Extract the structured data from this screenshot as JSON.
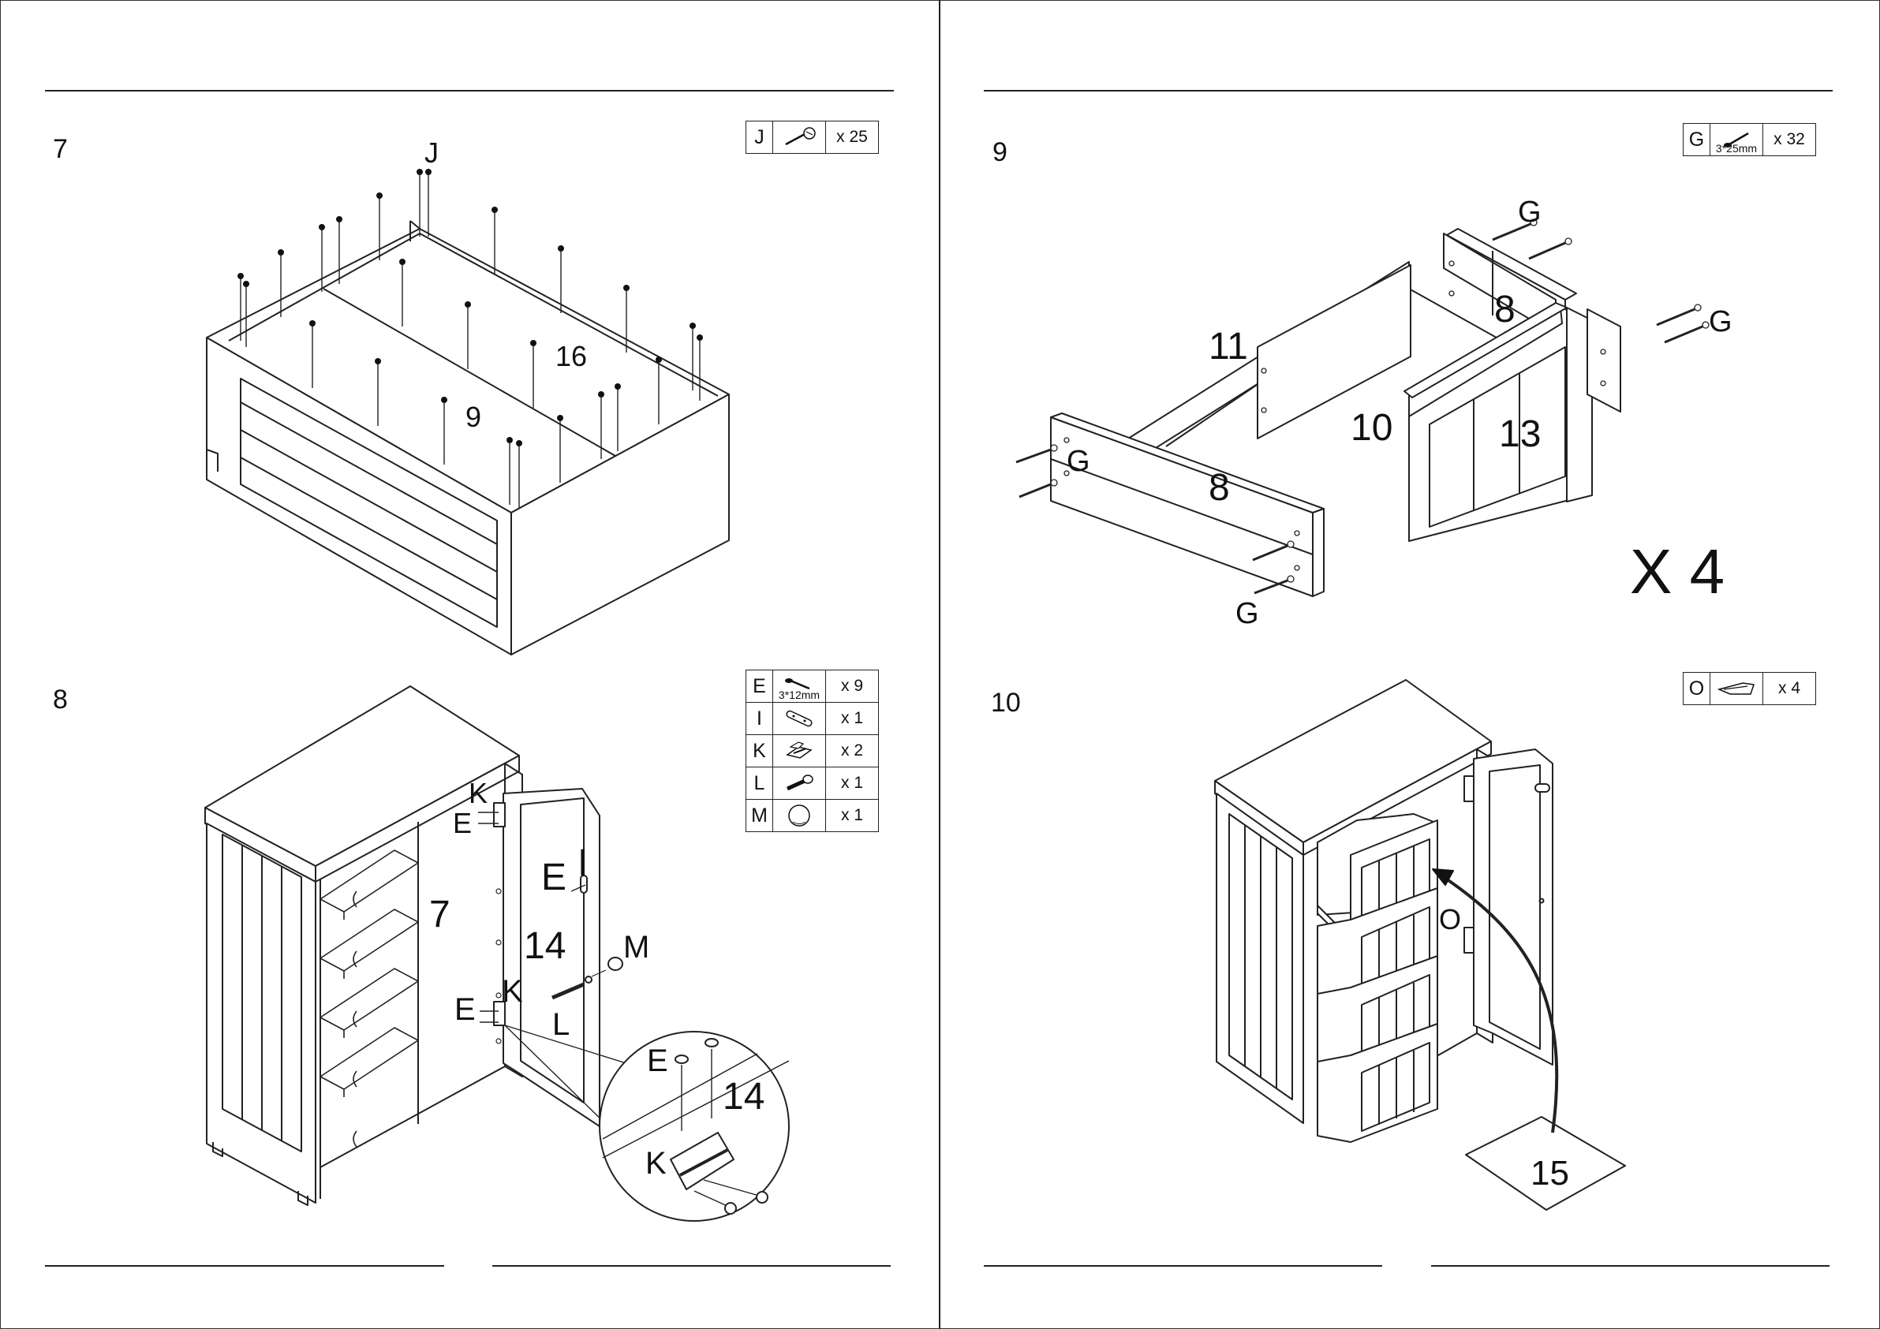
{
  "pages": [
    {
      "steps": [
        {
          "number": "7",
          "hardware": [
            {
              "letter": "J",
              "icon": "screw-head-icon",
              "qty": "x 25"
            }
          ],
          "callouts": {
            "screw": "J",
            "panel_top": "16",
            "panel_front": "9"
          }
        },
        {
          "number": "8",
          "hardware": [
            {
              "letter": "E",
              "icon": "short-screw-icon",
              "size": "3*12mm",
              "qty": "x 9"
            },
            {
              "letter": "I",
              "icon": "strike-plate-icon",
              "qty": "x 1"
            },
            {
              "letter": "K",
              "icon": "hinge-icon",
              "qty": "x 2"
            },
            {
              "letter": "L",
              "icon": "bolt-icon",
              "qty": "x 1"
            },
            {
              "letter": "M",
              "icon": "knob-icon",
              "qty": "x 1"
            }
          ],
          "callouts": {
            "cabinet": "7",
            "door": "14",
            "knob": "M",
            "bolt": "L",
            "hinge_top_k": "K",
            "hinge_top_e": "E",
            "catch_e": "E",
            "catch_i": "I",
            "hinge_bottom_e": "E",
            "hinge_bottom_k": "K",
            "detail_e": "E",
            "detail_door": "14",
            "detail_k": "K"
          }
        }
      ]
    },
    {
      "steps": [
        {
          "number": "9",
          "hardware": [
            {
              "letter": "G",
              "icon": "long-screw-icon",
              "size": "3*25mm",
              "qty": "x 32"
            }
          ],
          "callouts": {
            "g_top": "G",
            "g_right": "G",
            "g_left": "G",
            "g_bottom": "G",
            "side_back": "8",
            "side_front": "8",
            "back": "11",
            "bottom": "10",
            "front": "13"
          },
          "multiplier": "X 4"
        },
        {
          "number": "10",
          "hardware": [
            {
              "letter": "O",
              "icon": "runner-icon",
              "qty": "x 4"
            }
          ],
          "callouts": {
            "runner": "O",
            "shelf": "15"
          }
        }
      ]
    }
  ]
}
